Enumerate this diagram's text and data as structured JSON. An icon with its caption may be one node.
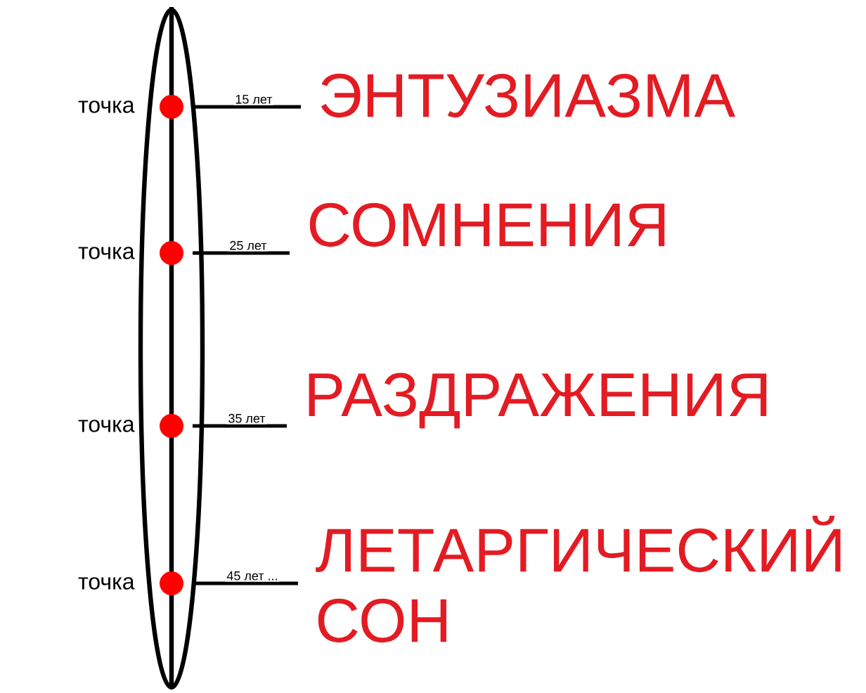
{
  "diagram": {
    "nodes": [
      {
        "text": [],
        "shape": "ellipse"
      },
      {
        "text": [],
        "shape": "circle",
        "in": 0,
        "beside": [
          "точка"
        ]
      },
      {
        "text": [
          "ЭНТУЗИАЗМА"
        ]
      },
      {
        "text": [],
        "shape": "circle",
        "in": 0,
        "beside": [
          "точка"
        ]
      },
      {
        "text": [
          "СОМНЕНИЯ"
        ]
      },
      {
        "text": [],
        "shape": "circle",
        "in": 0,
        "beside": [
          "точка"
        ]
      },
      {
        "text": [
          "РАЗДРАЖЕНИЯ"
        ]
      },
      {
        "text": [],
        "shape": "circle",
        "in": 0,
        "beside": [
          "точка"
        ]
      },
      {
        "text": [
          "ЛЕТАРГИЧЕСКИЙ СОН"
        ]
      }
    ],
    "edges": [
      {
        "from": 1,
        "to": 2,
        "arrow": "none",
        "label": "15 лет"
      },
      {
        "from": 3,
        "to": 4,
        "arrow": "none",
        "label": "25 лет"
      },
      {
        "from": 5,
        "to": 6,
        "arrow": "none",
        "label": "35 лет"
      },
      {
        "from": 7,
        "to": 8,
        "arrow": "none",
        "label": "45 лет ..."
      }
    ]
  }
}
